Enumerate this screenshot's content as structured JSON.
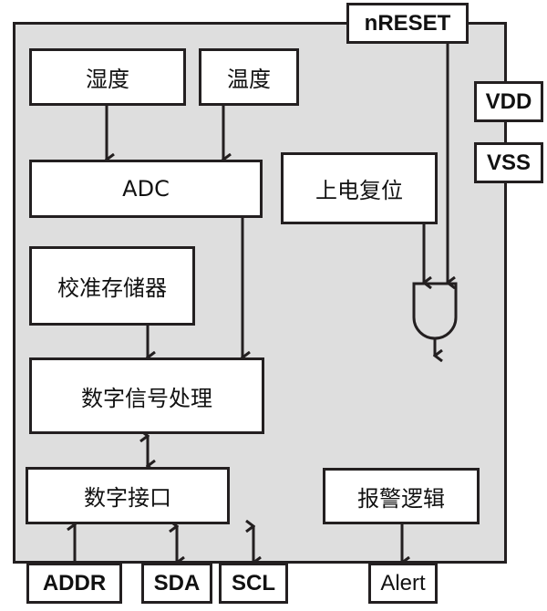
{
  "diagram": {
    "blocks": {
      "humidity": "湿度",
      "temperature": "温度",
      "adc": "ADC",
      "power_on_reset": "上电复位",
      "calibration_memory": "校准存储器",
      "digital_signal_processing": "数字信号处理",
      "digital_interface": "数字接口",
      "alarm_logic": "报警逻辑"
    },
    "pins": {
      "nreset": "nRESET",
      "vdd": "VDD",
      "vss": "VSS",
      "addr": "ADDR",
      "sda": "SDA",
      "scl": "SCL",
      "alert": "Alert"
    },
    "gate": "and-gate",
    "colors": {
      "chip_fill": "#dedede",
      "line": "#231f20",
      "block_fill": "#ffffff"
    }
  }
}
